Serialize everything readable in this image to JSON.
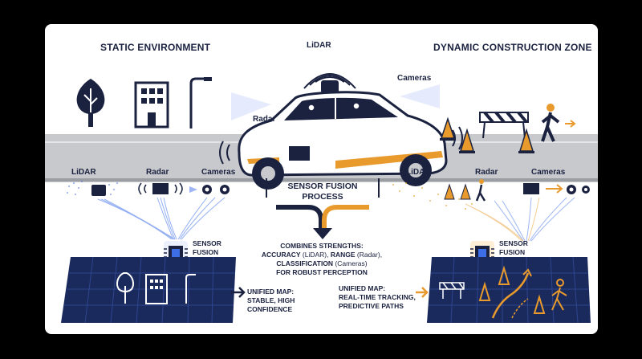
{
  "headers": {
    "static": "STATIC ENVIRONMENT",
    "dynamic": "DYNAMIC CONSTRUCTION ZONE"
  },
  "car_labels": {
    "lidar": "LiDAR",
    "radar": "Radar",
    "cameras": "Cameras"
  },
  "left_panel": {
    "lidar": "LiDAR",
    "radar": "Radar",
    "cameras": "Cameras",
    "fusion_line1": "SENSOR",
    "fusion_line2": "FUSION",
    "map_line1": "UNIFIED MAP:",
    "map_line2": "STABLE, HIGH",
    "map_line3": "CONFIDENCE"
  },
  "center": {
    "title_line1": "SENSOR FUSION",
    "title_line2": "PROCESS",
    "desc_line1": "COMBINES STRENGTHS:",
    "desc_line2a": "ACCURACY",
    "desc_line2b": " (LiDAR), ",
    "desc_line2c": "RANGE",
    "desc_line2d": " (Radar),",
    "desc_line3a": "CLASSIFICATION",
    "desc_line3b": " (Cameras)",
    "desc_line4": "FOR ROBUST PERCEPTION"
  },
  "right_panel": {
    "lidar": "LiDAR",
    "radar": "Radar",
    "cameras": "Cameras",
    "fusion_line1": "SENSOR",
    "fusion_line2": "FUSION",
    "map_line1": "UNIFIED MAP:",
    "map_line2": "REAL-TIME TRACKING,",
    "map_line3": "PREDICTIVE PATHS"
  },
  "colors": {
    "navy": "#1b2240",
    "orange": "#e89a2c",
    "blue_glow": "#3d6ee8"
  }
}
